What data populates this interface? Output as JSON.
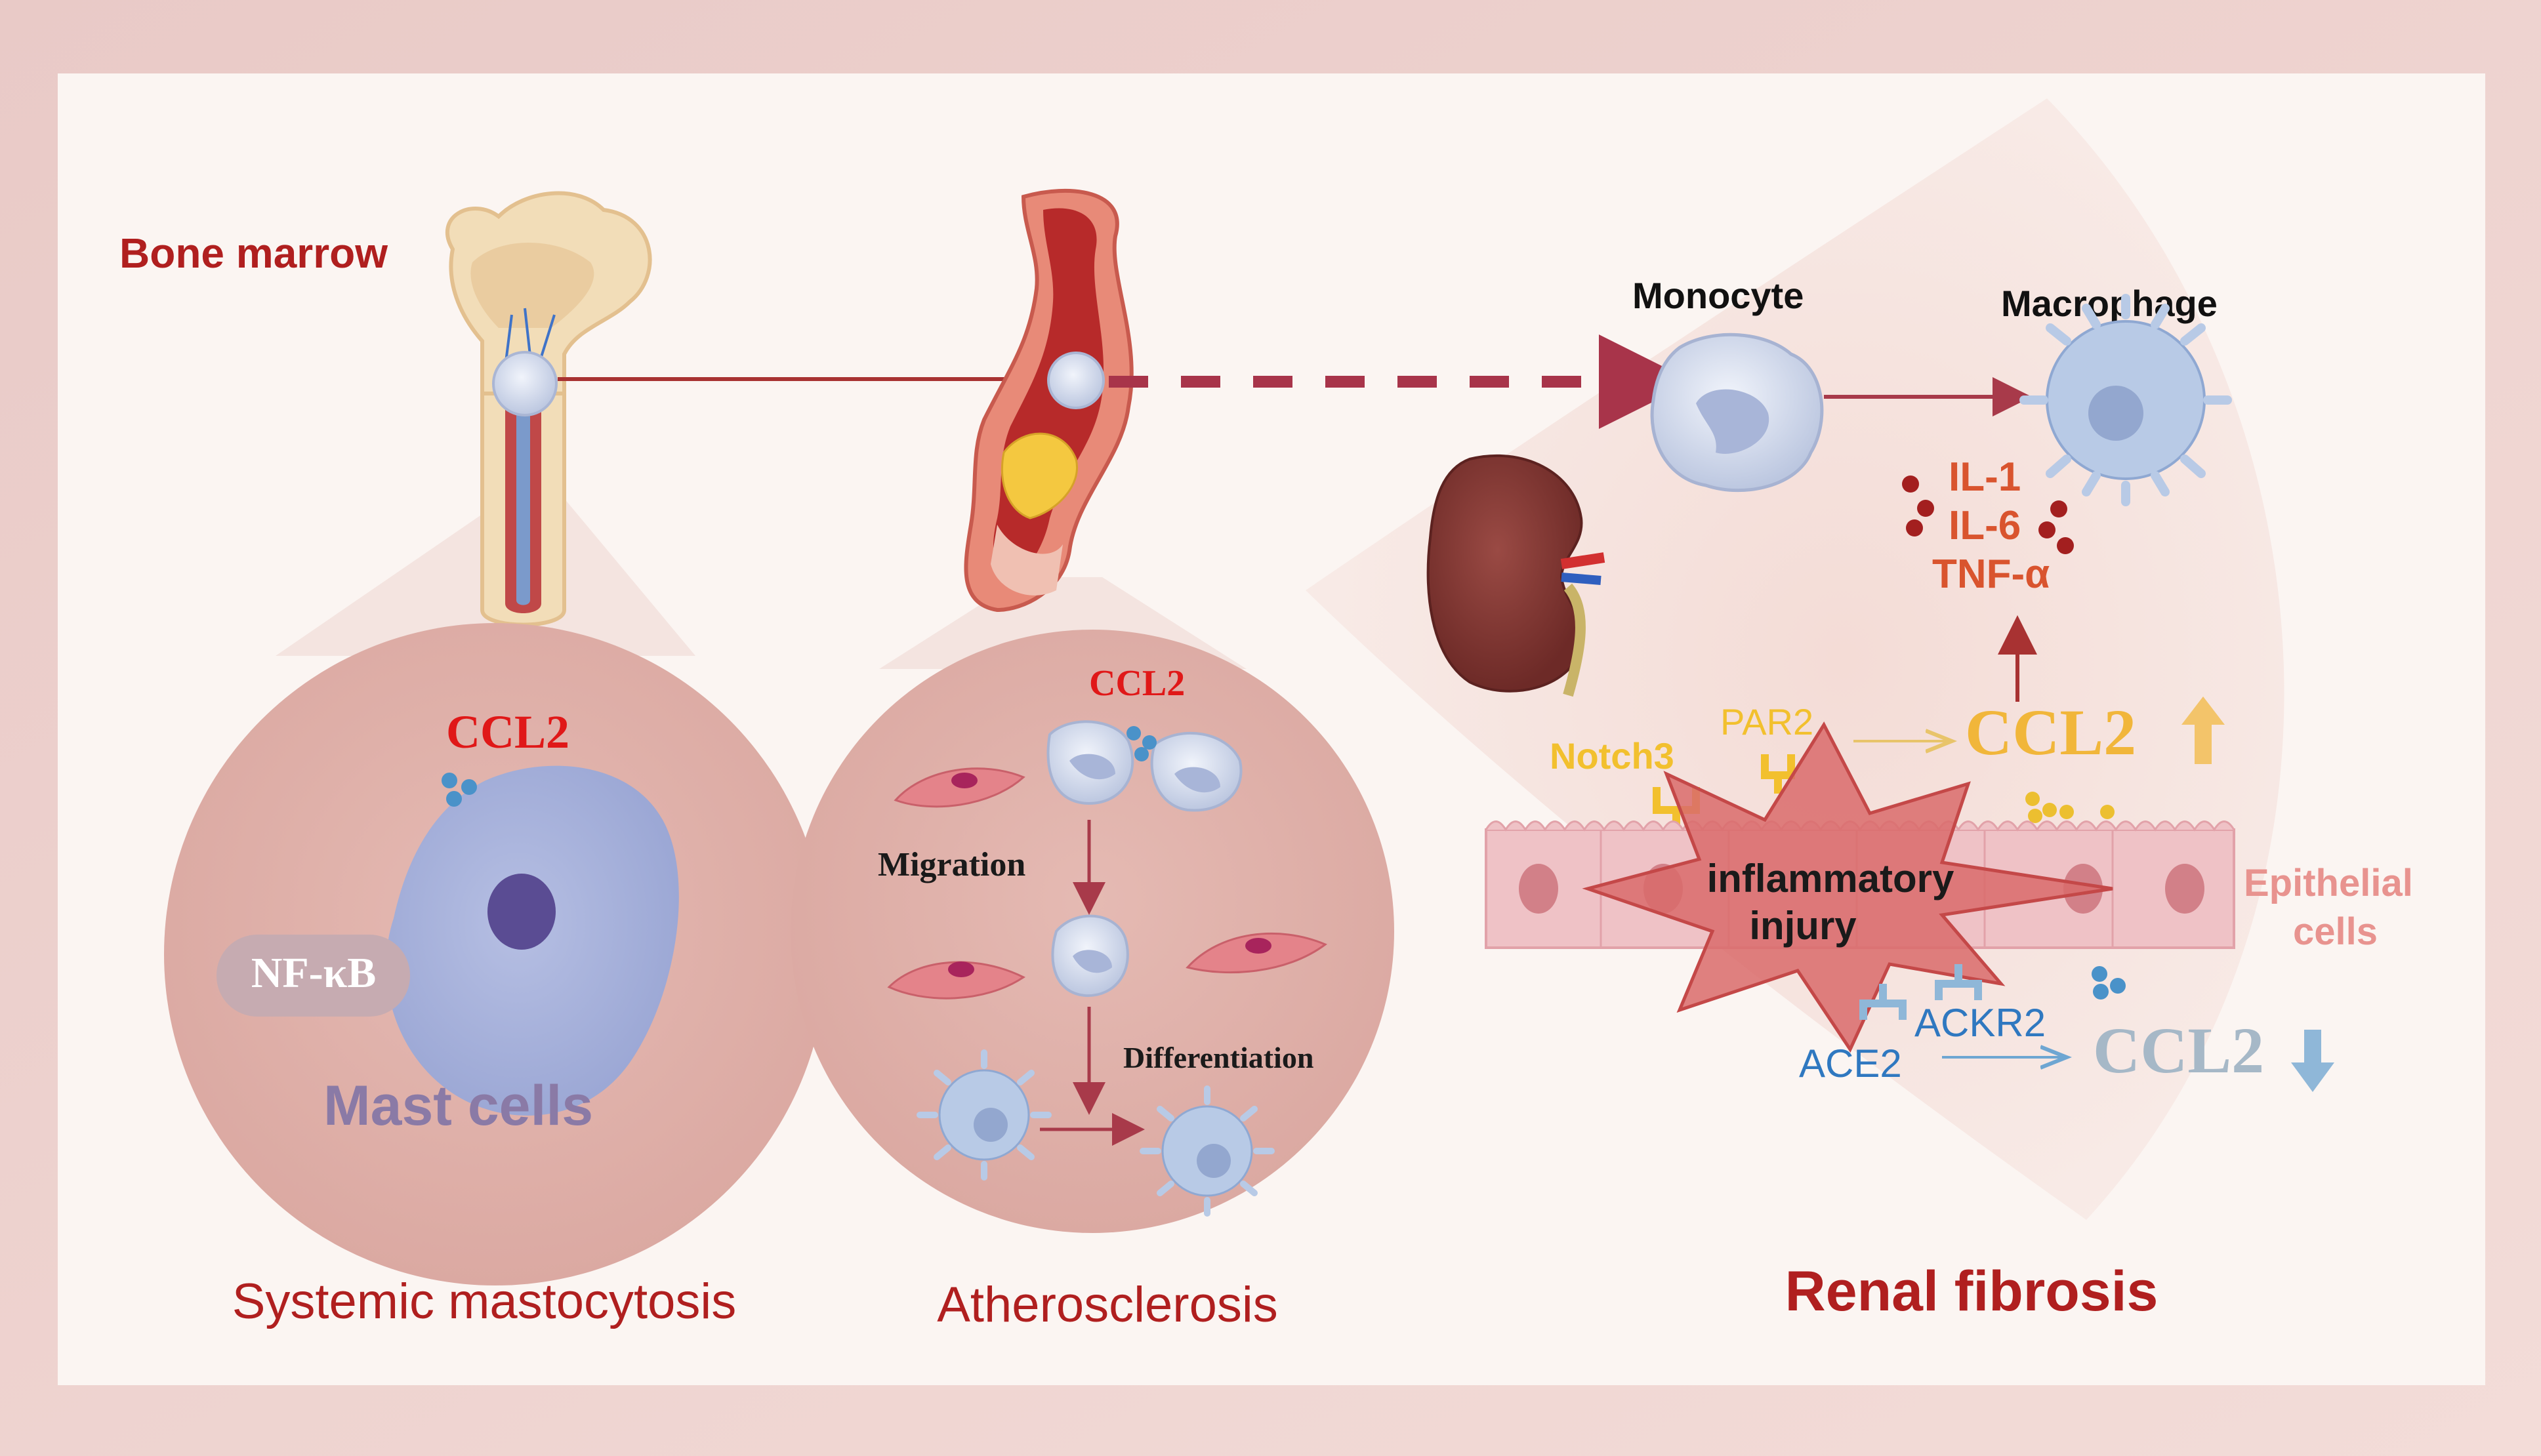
{
  "labels": {
    "bone_marrow": "Bone marrow",
    "monocyte": "Monocyte",
    "macrophage": "Macrophage",
    "cytokine_il1": "IL-1",
    "cytokine_il6": "IL-6",
    "cytokine_tnf": "TNF-α",
    "ccl2_mast": "CCL2",
    "ccl2_athero": "CCL2",
    "ccl2_up": "CCL2",
    "ccl2_down": "CCL2",
    "nfkb": "NF-κB",
    "mast_cells": "Mast cells",
    "migration": "Migration",
    "differentiation": "Differentiation",
    "notch3": "Notch3",
    "par2": "PAR2",
    "inflammatory_line1": "inflammatory",
    "inflammatory_line2": "injury",
    "epithelial_line1": "Epithelial",
    "epithelial_line2": "cells",
    "ace2": "ACE2",
    "ackr2": "ACKR2",
    "systemic_mastocytosis": "Systemic mastocytosis",
    "atherosclerosis": "Atherosclerosis",
    "renal_fibrosis": "Renal fibrosis"
  },
  "colors": {
    "frame": "#ebcfcc",
    "panel": "#fbf5f2",
    "dark_red": "#b01f1f",
    "ccl2_red": "#e01818",
    "cytokine_red": "#d9542e",
    "ccl2_up_gold": "#f1b63a",
    "receptor_gold": "#f2c02e",
    "receptor_blue": "#4a92c9",
    "ccl2_down_blue": "#a6b8c7",
    "mast_text": "#8a7aa6",
    "epithelial_pink": "#e8938f"
  }
}
